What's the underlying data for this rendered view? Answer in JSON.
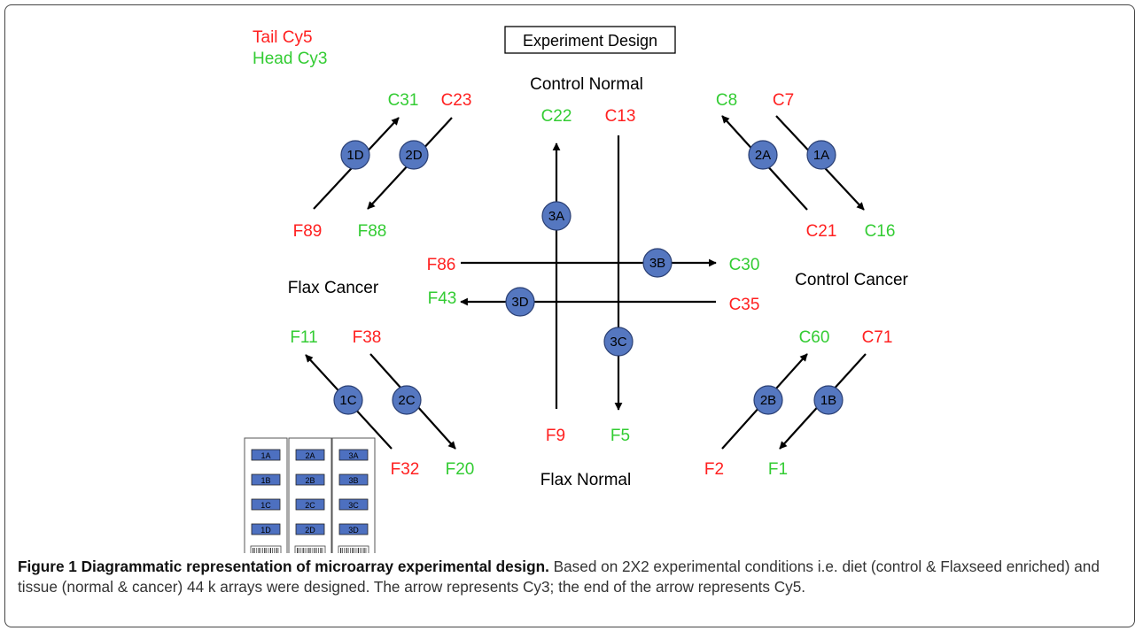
{
  "legend": {
    "tail": "Tail Cy5",
    "head": "Head Cy3",
    "tail_color": "#ff2020",
    "head_color": "#33cc33"
  },
  "title": "Experiment Design",
  "groups": {
    "top": "Control Normal",
    "bottom": "Flax Normal",
    "left": "Flax Cancer",
    "right": "Control Cancer"
  },
  "samples": {
    "C31": "C31",
    "C23": "C23",
    "F89": "F89",
    "F88": "F88",
    "C22": "C22",
    "C13": "C13",
    "C8": "C8",
    "C7": "C7",
    "C21": "C21",
    "C16": "C16",
    "F86": "F86",
    "C30": "C30",
    "F43": "F43",
    "C35": "C35",
    "F11": "F11",
    "F38": "F38",
    "F32": "F32",
    "F20": "F20",
    "F9": "F9",
    "F5": "F5",
    "C60": "C60",
    "C71": "C71",
    "F2": "F2",
    "F1": "F1"
  },
  "arrays": {
    "1A": "1A",
    "1B": "1B",
    "1C": "1C",
    "1D": "1D",
    "2A": "2A",
    "2B": "2B",
    "2C": "2C",
    "2D": "2D",
    "3A": "3A",
    "3B": "3B",
    "3C": "3C",
    "3D": "3D"
  },
  "slides": [
    [
      "1A",
      "1B",
      "1C",
      "1D"
    ],
    [
      "2A",
      "2B",
      "2C",
      "2D"
    ],
    [
      "3A",
      "3B",
      "3C",
      "3D"
    ]
  ],
  "caption": {
    "label": "Figure 1 Diagrammatic representation of microarray experimental design.",
    "text": "Based on 2X2 experimental conditions i.e. diet (control & Flaxseed enriched) and tissue (normal & cancer) 44 k arrays were designed. The arrow represents Cy3; the end of the arrow represents Cy5."
  },
  "colors": {
    "node_fill": "#5577c0",
    "node_stroke": "#2a3f73",
    "slide_box": "#4d70c0"
  }
}
